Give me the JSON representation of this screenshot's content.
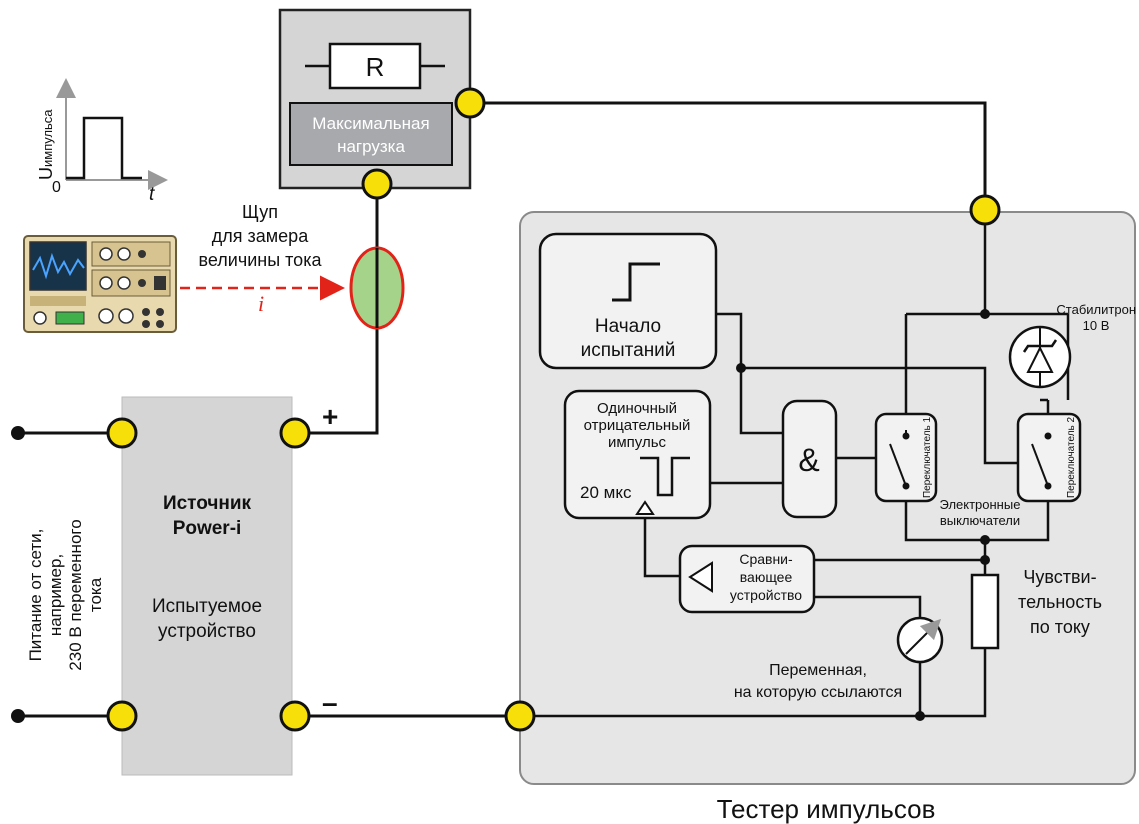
{
  "resistor_box": {
    "resistor_label": "R",
    "load_line1": "Максимальная",
    "load_line2": "нагрузка"
  },
  "pulse_graph": {
    "u_main": "U",
    "u_sub": "импульса",
    "zero": "0",
    "t_axis": "t"
  },
  "probe": {
    "line1": "Щуп",
    "line2": "для замера",
    "line3": "величины тока",
    "current": "i"
  },
  "mains": {
    "line1": "Питание от сети,",
    "line2": "например,",
    "line3": "230 В переменного",
    "line4": "тока"
  },
  "source": {
    "name_line1": "Источник",
    "name_line2": "Power-i",
    "dut_line1": "Испытуемое",
    "dut_line2": "устройство",
    "plus": "+",
    "minus": "–"
  },
  "tester": {
    "title": "Тестер импульсов",
    "start_line1": "Начало",
    "start_line2": "испытаний",
    "pulse_line1": "Одиночный",
    "pulse_line2": "отрицательный",
    "pulse_line3": "импульс",
    "pulse_width": "20 мкс",
    "and_gate": "&",
    "switch1": "Переключатель 1",
    "switch2": "Переключатель 2",
    "zener_line1": "Стабилитрон",
    "zener_line2": "10 В",
    "switches_line1": "Электронные",
    "switches_line2": "выключатели",
    "comparator_line1": "Сравни-",
    "comparator_line2": "вающее",
    "comparator_line3": "устройство",
    "sensitivity_line1": "Чувстви-",
    "sensitivity_line2": "тельность",
    "sensitivity_line3": "по току",
    "reference_line1": "Переменная,",
    "reference_line2": "на которую ссылаются"
  },
  "colors": {
    "terminal": "#f7e00a",
    "probe_fill": "#a6d38a",
    "probe_ring": "#e2231a",
    "probe_arrow": "#e2231a",
    "tester_panel": "#e6e6e7",
    "source_box": "#d5d5d6",
    "load_box": "#a7a9ac"
  }
}
